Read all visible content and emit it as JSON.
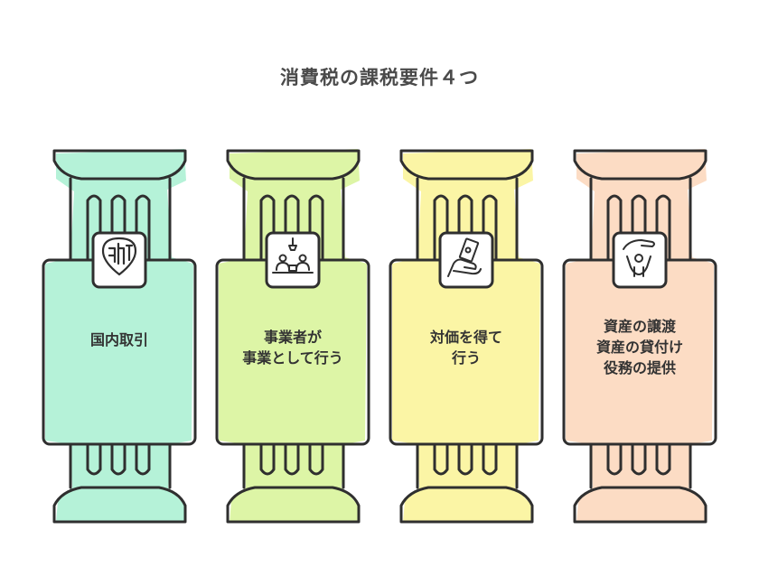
{
  "title": "消費税の課税要件４つ",
  "pillars": [
    {
      "lines": [
        "国内取引"
      ],
      "icon": "map-pin-icon",
      "color": "#b5f2d8"
    },
    {
      "lines": [
        "事業者が",
        "事業として行う"
      ],
      "icon": "business-meeting-icon",
      "color": "#ddf5a6"
    },
    {
      "lines": [
        "対価を得て",
        "行う"
      ],
      "icon": "hand-money-icon",
      "color": "#fbf5a5"
    },
    {
      "lines": [
        "資産の譲渡",
        "資産の貸付け",
        "役務の提供"
      ],
      "icon": "hand-giving-icon",
      "color": "#fcdcc4"
    }
  ]
}
